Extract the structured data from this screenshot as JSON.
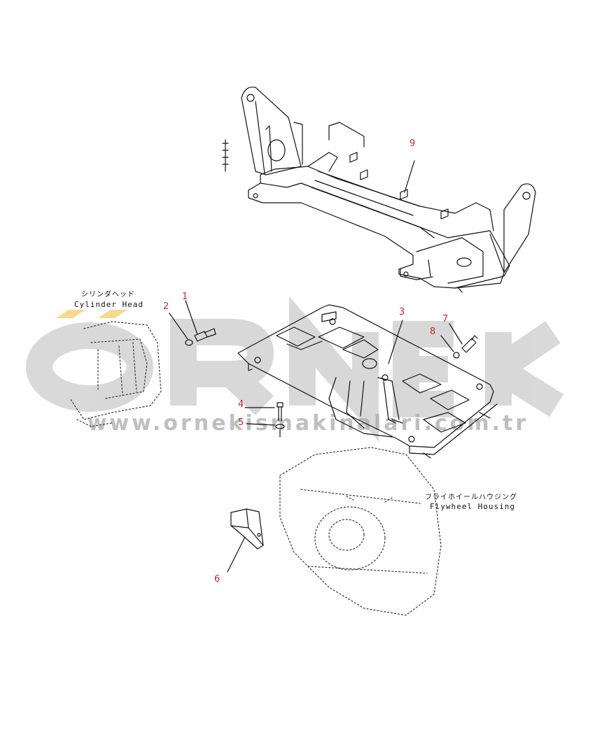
{
  "callouts": {
    "c1": "1",
    "c2": "2",
    "c3": "3",
    "c4": "4",
    "c5": "5",
    "c6": "6",
    "c7": "7",
    "c8": "8",
    "c9": "9"
  },
  "labels": {
    "cylinder_head_jp": "シリンダヘッド",
    "cylinder_head_en": "Cylinder Head",
    "flywheel_housing_jp": "フライホイールハウジング",
    "flywheel_housing_en": "Flywheel Housing"
  },
  "watermark": {
    "logo": "ORNEK",
    "url": "www.ornekismakinalari.com.tr"
  },
  "colors": {
    "callout": "#c62828",
    "line_art": "#111111",
    "watermark_gray": "#b4b4b4",
    "watermark_accent": "#f3d27a"
  }
}
